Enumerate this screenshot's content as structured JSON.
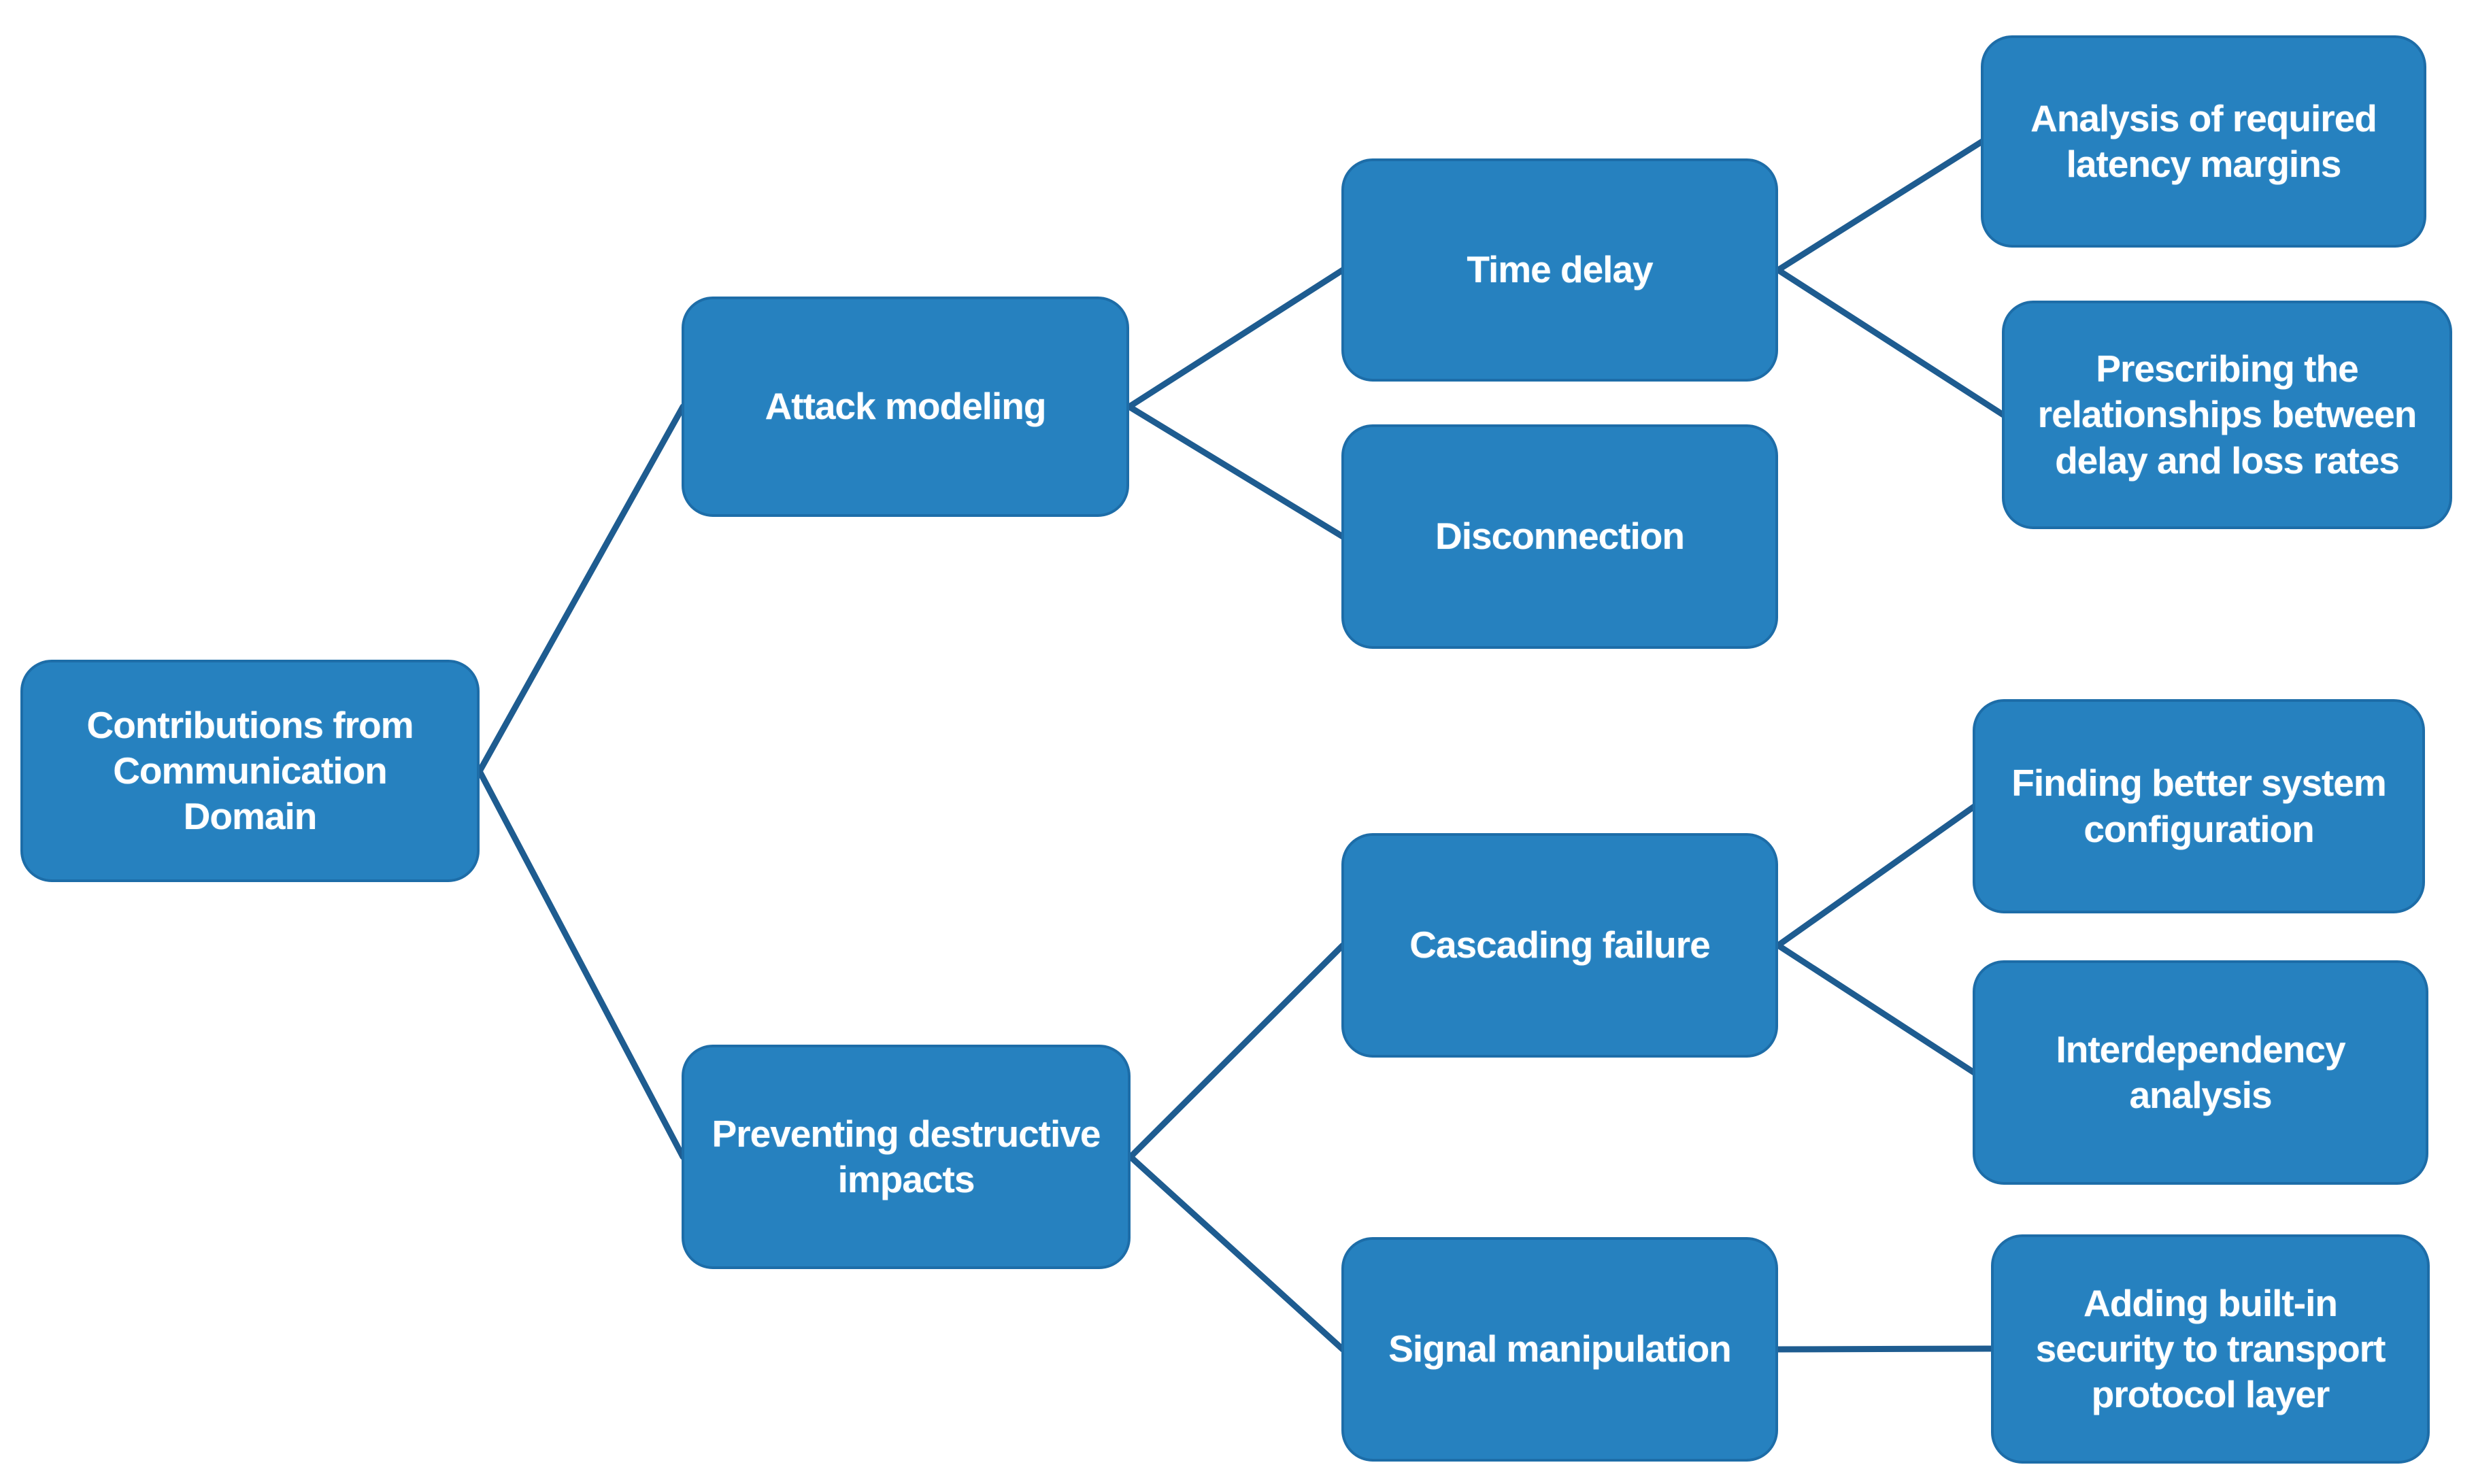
{
  "diagram": {
    "type": "tree",
    "orientation": "left-to-right",
    "colors": {
      "node_fill": "#2681BF",
      "node_border": "#1D6DA8",
      "connector": "#1E5C90",
      "node_text": "#FFFFFF",
      "background": "#FFFFFF"
    },
    "nodes": {
      "root": {
        "label": "Contributions from\nCommunication\nDomain"
      },
      "attack_modeling": {
        "label": "Attack modeling"
      },
      "preventing_destructive_impacts": {
        "label": "Preventing destructive\nimpacts"
      },
      "time_delay": {
        "label": "Time delay"
      },
      "disconnection": {
        "label": "Disconnection"
      },
      "cascading_failure": {
        "label": "Cascading failure"
      },
      "signal_manipulation": {
        "label": "Signal manipulation"
      },
      "analysis_latency_margins": {
        "label": "Analysis of required\nlatency margins"
      },
      "prescribing_relationships": {
        "label": "Prescribing the\nrelationships between\ndelay and loss rates"
      },
      "finding_better_configuration": {
        "label": "Finding better system\nconfiguration"
      },
      "interdependency_analysis": {
        "label": "Interdependency\nanalysis"
      },
      "adding_builtin_security": {
        "label": "Adding built-in\nsecurity to transport\nprotocol layer"
      }
    },
    "edges": [
      {
        "from": "root",
        "to": "attack_modeling"
      },
      {
        "from": "root",
        "to": "preventing_destructive_impacts"
      },
      {
        "from": "attack_modeling",
        "to": "time_delay"
      },
      {
        "from": "attack_modeling",
        "to": "disconnection"
      },
      {
        "from": "time_delay",
        "to": "analysis_latency_margins"
      },
      {
        "from": "time_delay",
        "to": "prescribing_relationships"
      },
      {
        "from": "preventing_destructive_impacts",
        "to": "cascading_failure"
      },
      {
        "from": "preventing_destructive_impacts",
        "to": "signal_manipulation"
      },
      {
        "from": "cascading_failure",
        "to": "finding_better_configuration"
      },
      {
        "from": "cascading_failure",
        "to": "interdependency_analysis"
      },
      {
        "from": "signal_manipulation",
        "to": "adding_builtin_security"
      }
    ]
  }
}
